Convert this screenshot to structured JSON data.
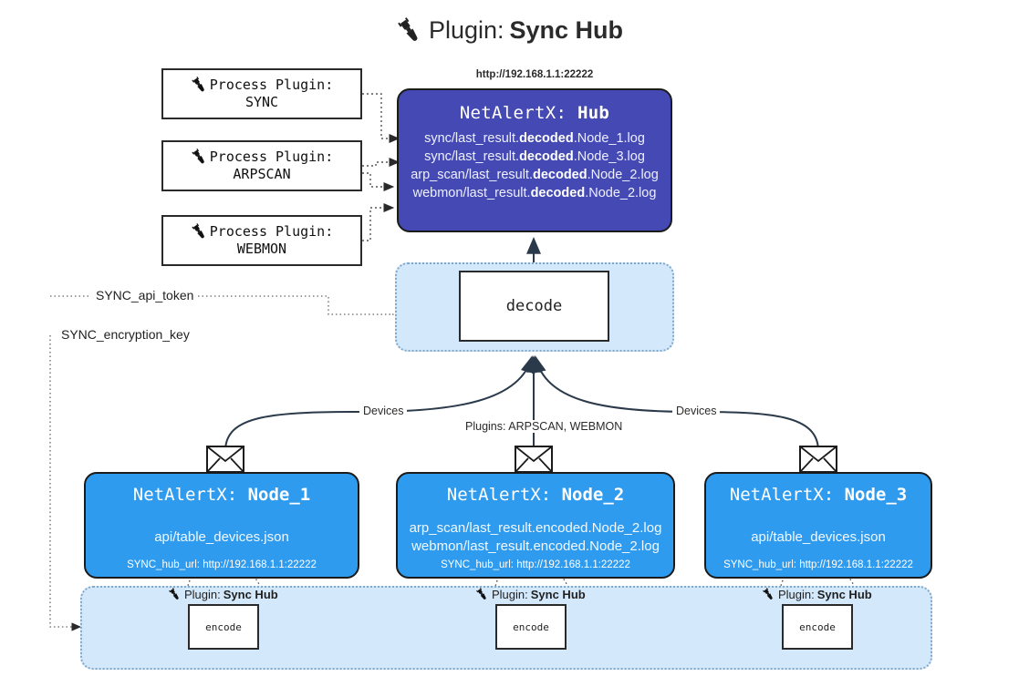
{
  "title": {
    "icon": "plug-icon",
    "prefix": "Plugin:",
    "name": "Sync Hub"
  },
  "process_plugins": [
    {
      "icon": "plug-icon",
      "line1": "Process Plugin:",
      "line2": "SYNC"
    },
    {
      "icon": "plug-icon",
      "line1": "Process Plugin:",
      "line2": "ARPSCAN"
    },
    {
      "icon": "plug-icon",
      "line1": "Process Plugin:",
      "line2": "WEBMON"
    }
  ],
  "hub": {
    "url_caption": "http://192.168.1.1:22222",
    "header_prefix": "NetAlertX:",
    "header_name": "Hub",
    "logs": [
      {
        "pre": "sync/last_result.",
        "mid": "decoded",
        "post": ".Node_1.log"
      },
      {
        "pre": "sync/last_result.",
        "mid": "decoded",
        "post": ".Node_3.log"
      },
      {
        "pre": "arp_scan/last_result.",
        "mid": "decoded",
        "post": ".Node_2.log"
      },
      {
        "pre": "webmon/last_result.",
        "mid": "decoded",
        "post": ".Node_2.log"
      }
    ]
  },
  "decode_zone": {
    "box_label": "decode"
  },
  "secrets": [
    {
      "label": "SYNC_api_token"
    },
    {
      "label": "SYNC_encryption_key"
    }
  ],
  "edge_labels": {
    "left": "Devices",
    "center": "Plugins: ARPSCAN, WEBMON",
    "right": "Devices"
  },
  "nodes": [
    {
      "icon": "envelope-icon",
      "header_prefix": "NetAlertX:",
      "header_name": "Node_1",
      "lines": [
        "api/table_devices.json"
      ],
      "footer": "SYNC_hub_url: http://192.168.1.1:22222"
    },
    {
      "icon": "envelope-icon",
      "header_prefix": "NetAlertX:",
      "header_name": "Node_2",
      "lines": [
        "arp_scan/last_result.encoded.Node_2.log",
        "webmon/last_result.encoded.Node_2.log"
      ],
      "footer": "SYNC_hub_url: http://192.168.1.1:22222"
    },
    {
      "icon": "envelope-icon",
      "header_prefix": "NetAlertX:",
      "header_name": "Node_3",
      "lines": [
        "api/table_devices.json"
      ],
      "footer": "SYNC_hub_url: http://192.168.1.1:22222"
    }
  ],
  "encode_zone": {
    "plugins": [
      {
        "icon": "plug-icon",
        "prefix": "Plugin:",
        "name": "Sync Hub",
        "box_label": "encode"
      },
      {
        "icon": "plug-icon",
        "prefix": "Plugin:",
        "name": "Sync Hub",
        "box_label": "encode"
      },
      {
        "icon": "plug-icon",
        "prefix": "Plugin:",
        "name": "Sync Hub",
        "box_label": "encode"
      }
    ]
  },
  "colors": {
    "hub": "#4449b3",
    "node": "#2f9bee",
    "zone": "#d4e8fb",
    "zone_border": "#7fa8c9",
    "stroke": "#2a2a2a"
  }
}
